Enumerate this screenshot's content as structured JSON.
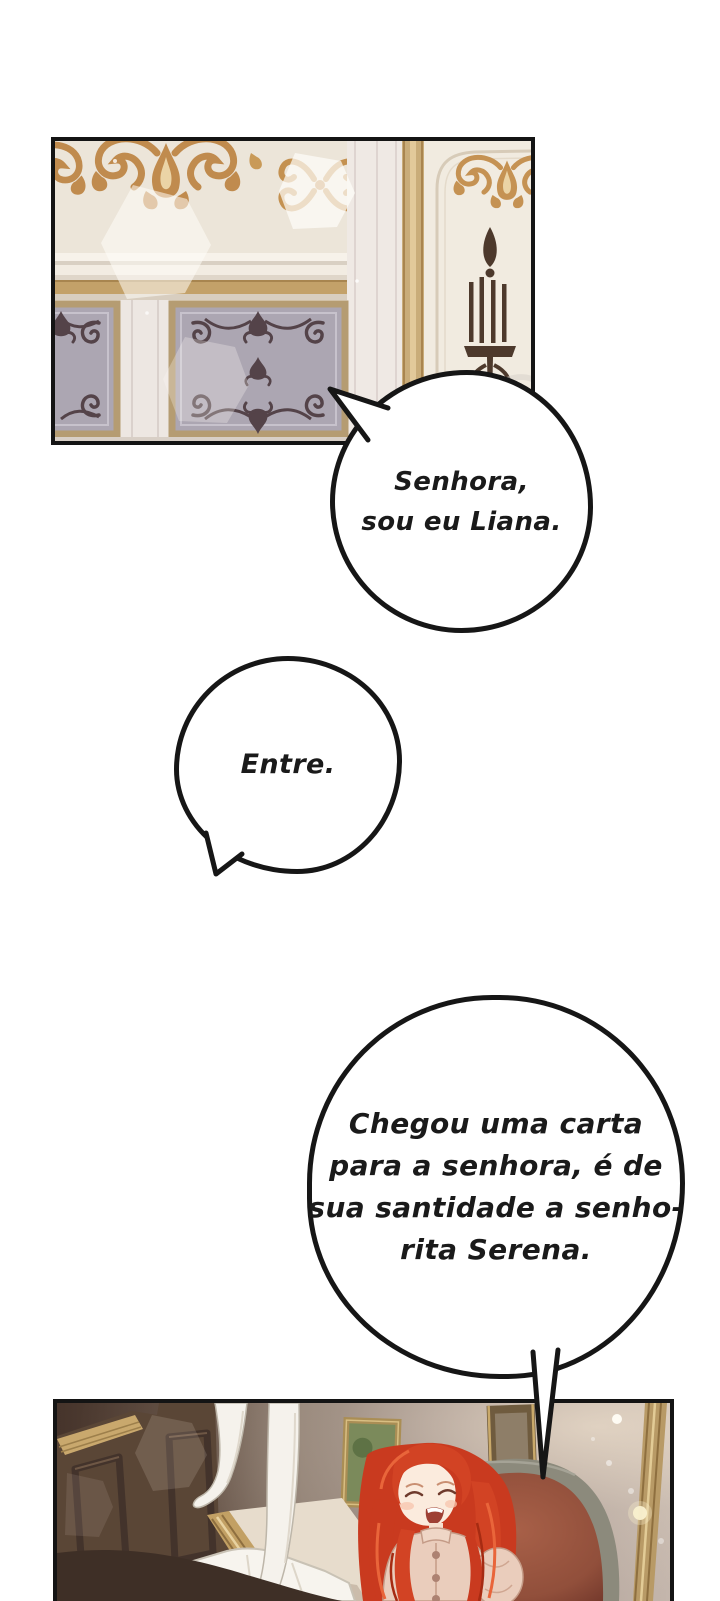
{
  "page": {
    "type": "webtoon-episode-page",
    "background": "#ffffff"
  },
  "speech_bubbles": [
    {
      "lines": [
        "Senhora,",
        "sou eu Liana."
      ]
    },
    {
      "lines": [
        "Entre."
      ]
    },
    {
      "lines": [
        "Chegou uma carta",
        "para a senhora, é de",
        "sua santidade a senho-",
        "rita Serena."
      ]
    }
  ],
  "panels": [
    {
      "alt": "Ornate cream palace wall with gold scrollwork, molding, grey wainscot panels and a dark wall sconce"
    },
    {
      "alt": "Red-haired woman in a pale coat smiling on a rust armchair; white-stockinged legs of a standing figure; dark wooden wardrobe"
    }
  ],
  "colors": {
    "ink": "#161616",
    "bubble_fill": "#ffffff",
    "wall_cream": "#ECE5D9",
    "ornament_gold": "#C08B4E",
    "wainscot_grey": "#ACA6B2",
    "wainscot_ornament": "#544349",
    "trim_gold": "#C3A169",
    "wood_brown": "#5A4636",
    "hair_red": "#C93A1F",
    "coat_pink": "#EACDBC",
    "chair_rust": "#9B5A45"
  }
}
